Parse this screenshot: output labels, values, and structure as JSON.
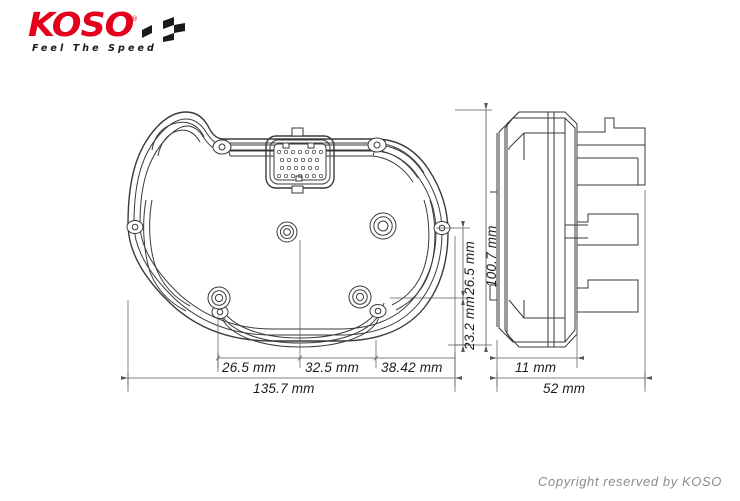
{
  "brand": {
    "name": "KOSO",
    "registered_mark": "®",
    "tagline": "Feel The Speed",
    "logo_color": "#e2001a",
    "flag_color": "#1a1a1a"
  },
  "document": {
    "type": "technical-dimension-drawing",
    "subject": "gauge housing rear view and side view",
    "units": "mm",
    "background_color": "#ffffff",
    "line_color": "#3a3a3a"
  },
  "views": {
    "rear": {
      "label": "rear-view",
      "connector": {
        "label": "multi-pin-connector",
        "pin_rows": [
          7,
          6,
          6,
          7
        ],
        "pin_total": 26
      },
      "mount_bosses": 4,
      "bracket_eyelets": 5
    },
    "side": {
      "label": "side-view",
      "tabs": 3
    }
  },
  "dimensions": {
    "horizontal_chain": [
      {
        "name": "dim-26-5",
        "value": "26.5 mm"
      },
      {
        "name": "dim-32-5",
        "value": "32.5 mm"
      },
      {
        "name": "dim-38-42",
        "value": "38.42 mm"
      }
    ],
    "overall_width": {
      "name": "dim-135-7",
      "value": "135.7 mm"
    },
    "vertical_chain": [
      {
        "name": "dim-26-5-v",
        "value": "26.5 mm"
      },
      {
        "name": "dim-23-2",
        "value": "23.2 mm"
      }
    ],
    "overall_height": {
      "name": "dim-100-7",
      "value": "100.7 mm"
    },
    "side_depth_partial": {
      "name": "dim-11",
      "value": "11 mm"
    },
    "side_depth_overall": {
      "name": "dim-52",
      "value": "52 mm"
    }
  },
  "footer": {
    "copyright": "Copyright reserved by KOSO",
    "color": "#8c8c8c"
  }
}
